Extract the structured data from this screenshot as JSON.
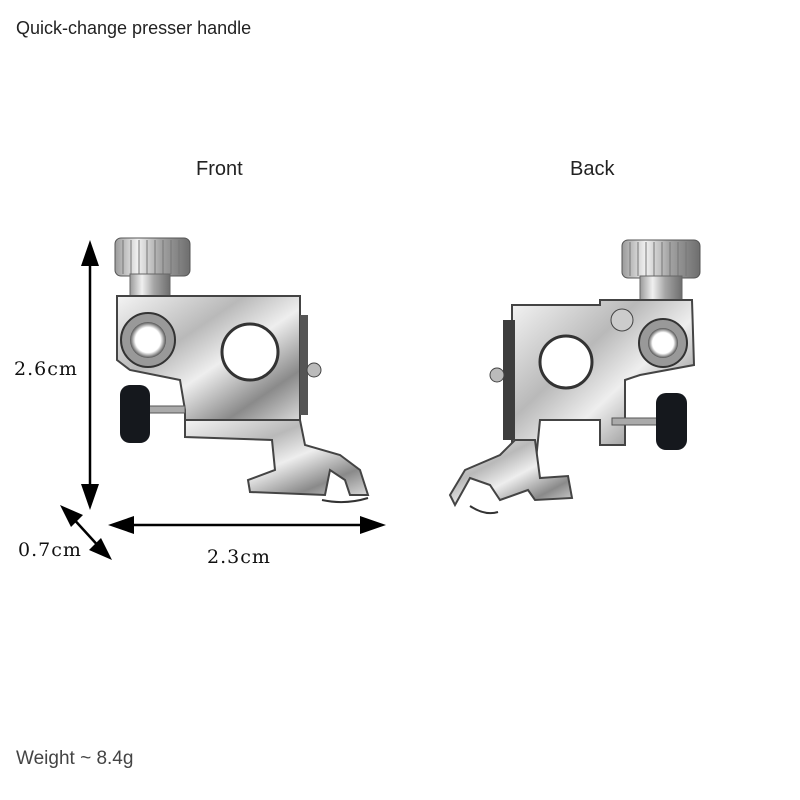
{
  "title": "Quick-change presser handle",
  "views": {
    "front": "Front",
    "back": "Back"
  },
  "dimensions": {
    "height": "2.6cm",
    "width": "2.3cm",
    "depth": "0.7cm"
  },
  "weight": "Weight ~ 8.4g"
}
